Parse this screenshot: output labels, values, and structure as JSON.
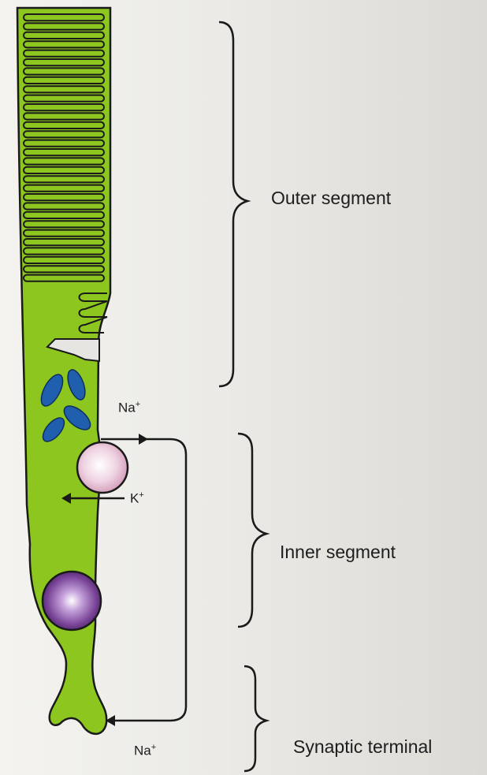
{
  "segments": {
    "outer": "Outer segment",
    "inner": "Inner segment",
    "synaptic": "Synaptic terminal"
  },
  "ions": {
    "na_top": {
      "symbol": "Na",
      "charge": "+"
    },
    "k": {
      "symbol": "K",
      "charge": "+"
    },
    "na_bottom": {
      "symbol": "Na",
      "charge": "+"
    }
  },
  "colors": {
    "cell": "#8cc61f",
    "cell_outline": "#1a1a1a",
    "mitochondria": "#1f5fae",
    "pump": "#e8bfd3",
    "nucleus": "#6d3a8c",
    "background": "#ecebe7"
  }
}
